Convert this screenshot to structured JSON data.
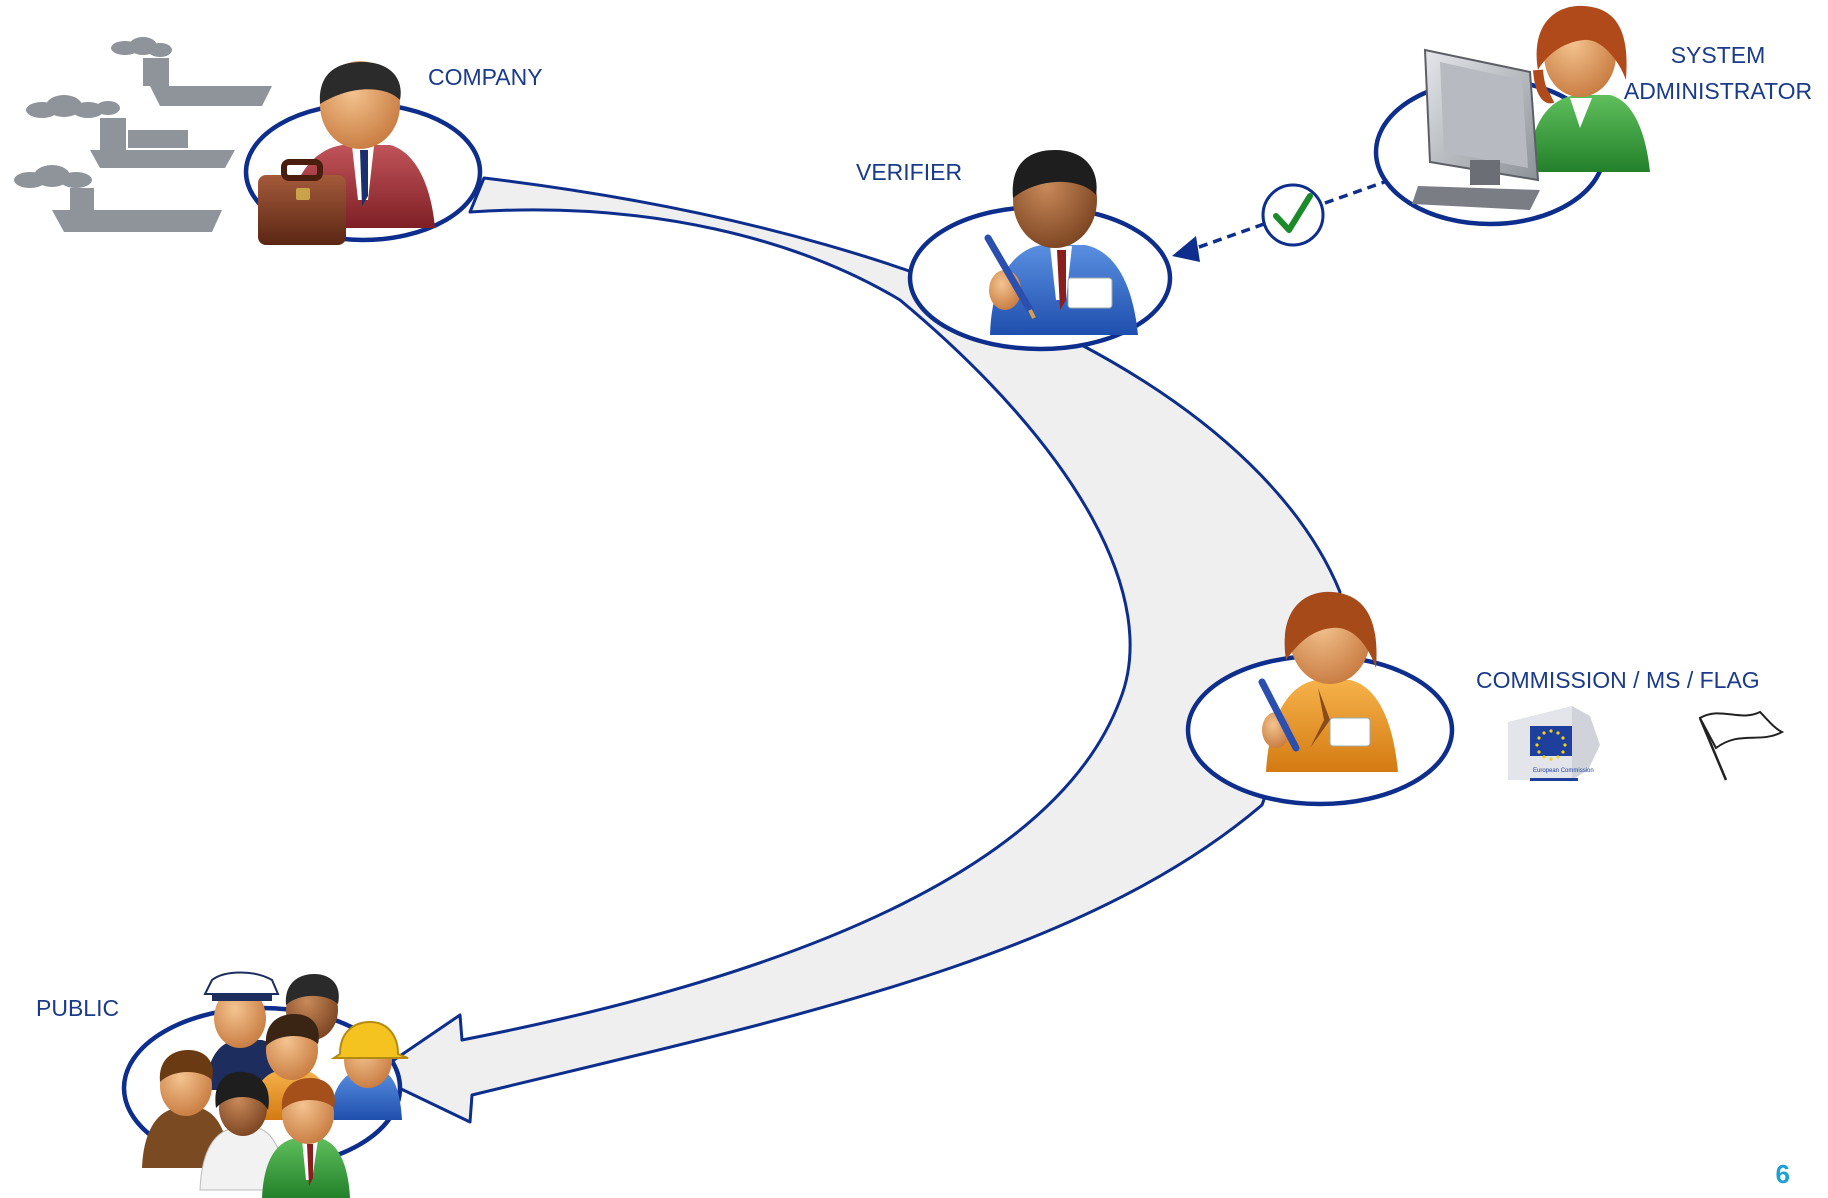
{
  "labels": {
    "company": "COMPANY",
    "verifier": "VERIFIER",
    "system_admin_line1": "SYSTEM",
    "system_admin_line2": "ADMINISTRATOR",
    "commission": "COMMISSION / MS / FLAG",
    "public": "PUBLIC"
  },
  "eu_logo_text": "European Commission",
  "page_number": "6",
  "colors": {
    "label_text": "#1a3a8a",
    "ellipse_stroke": "#0d2e8c",
    "flow_fill": "#efefef",
    "flow_stroke": "#0d2e8c",
    "check_mark": "#1a8a2a",
    "ship": "#8f949a",
    "page_number": "#1e9fd8",
    "eu_blue": "#1f3f9c",
    "eu_star": "#f2d21a"
  },
  "icons": {
    "company": "businessman-icon",
    "verifier": "verifier-icon",
    "system_admin": "admin-at-computer-icon",
    "commission": "official-woman-icon",
    "public": "crowd-icon",
    "ships": "cargo-ship-icon",
    "check": "checkmark-icon",
    "eu_logo": "eu-commission-logo",
    "flag": "flag-icon"
  }
}
